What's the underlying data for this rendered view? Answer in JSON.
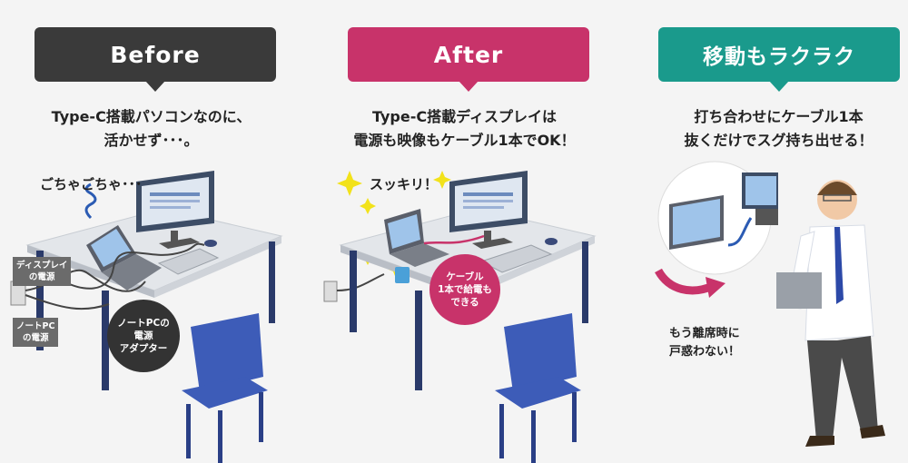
{
  "colors": {
    "before": "#3a3a3a",
    "after": "#c8336a",
    "move": "#1a9a8c",
    "chair": "#3d5cb8",
    "desk": "#e3e6ea"
  },
  "before": {
    "badge": "Before",
    "caption": [
      "Type-C搭載パソコンなのに、",
      "活かせず･･･。"
    ],
    "label_mess": "ごちゃごちゃ･･･",
    "tag_display": [
      "ディスプレイ",
      "の電源"
    ],
    "tag_pc": [
      "ノートPC",
      "の電源"
    ],
    "bubble": [
      "ノートPCの",
      "電源",
      "アダプター"
    ]
  },
  "after": {
    "badge": "After",
    "caption": [
      "Type-C搭載ディスプレイは",
      "電源も映像もケーブル1本でOK！"
    ],
    "label_clean": "スッキリ！",
    "bubble": [
      "ケーブル",
      "1本で給電も",
      "できる"
    ]
  },
  "move": {
    "badge": "移動もラクラク",
    "caption": [
      "打ち合わせにケーブル1本",
      "抜くだけでスグ持ち出せる！"
    ],
    "note": [
      "もう離席時に",
      "戸惑わない！"
    ]
  }
}
